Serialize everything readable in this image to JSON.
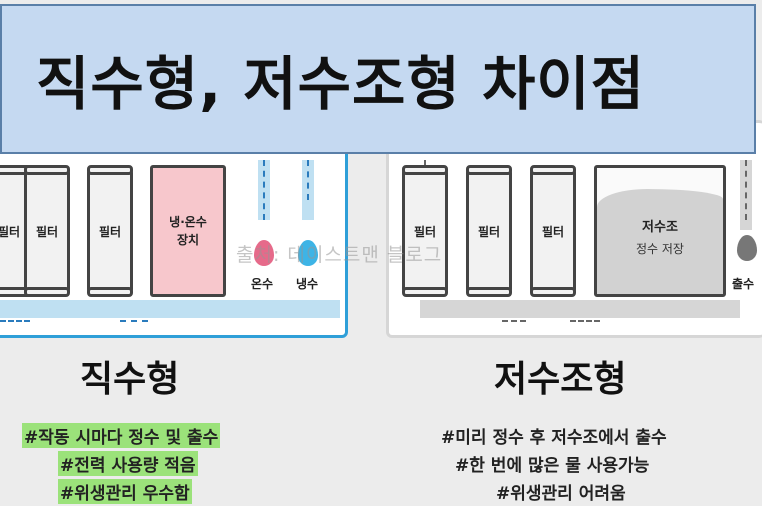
{
  "title": "직수형, 저수조형 차이점",
  "watermark": "출처: 데이스트맨 블로그",
  "left": {
    "filters": [
      "필터",
      "필터",
      "필터"
    ],
    "heater": "냉·온수\n장치",
    "hot_label": "온수",
    "cold_label": "냉수",
    "section_title": "직수형",
    "tags": [
      "#작동 시마다 정수 및 출수",
      "#전력 사용량 적음",
      "#위생관리 우수함"
    ]
  },
  "right": {
    "filters": [
      "필터",
      "필터",
      "필터"
    ],
    "tank_label": "저수조",
    "tank_sub": "정수 저장",
    "out_label": "출수",
    "section_title": "저수조형",
    "tags": [
      "#미리 정수 후 저수조에서 출수",
      "#한 번에 많은 물 사용가능",
      "#위생관리 어려움"
    ]
  },
  "colors": {
    "banner": "#c5d9f1",
    "left_border": "#2f9fd8",
    "heater": "#f7c7cc",
    "hot_drop": "#e66a8a",
    "cold_drop": "#3db4e6",
    "highlight": "#9be27a"
  }
}
